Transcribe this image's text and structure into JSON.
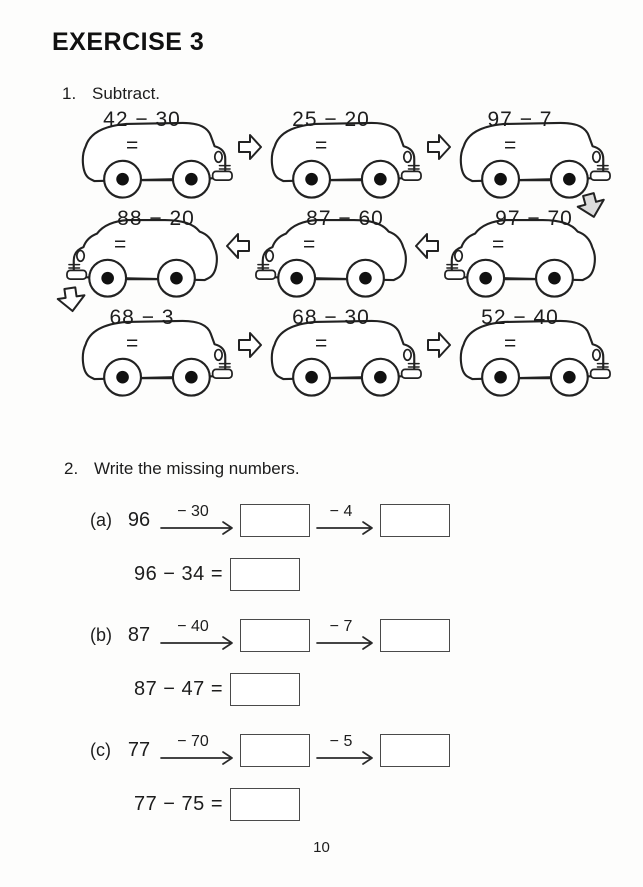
{
  "title": "EXERCISE 3",
  "page_number": "10",
  "q1": {
    "number": "1.",
    "prompt": "Subtract.",
    "equals": "=",
    "rows": [
      {
        "facing": "right",
        "style": "van",
        "cars": [
          "42 − 30",
          "25 − 20",
          "97 − 7"
        ]
      },
      {
        "facing": "left",
        "style": "car",
        "cars": [
          "88 − 20",
          "87 − 60",
          "97 − 70"
        ]
      },
      {
        "facing": "right",
        "style": "van",
        "cars": [
          "68 − 3",
          "68 − 30",
          "52 − 40"
        ]
      }
    ]
  },
  "q2": {
    "number": "2.",
    "prompt": "Write the missing numbers.",
    "items": [
      {
        "label": "(a)",
        "start": "96",
        "step1": "− 30",
        "step2": "− 4",
        "equation": "96 − 34 ="
      },
      {
        "label": "(b)",
        "start": "87",
        "step1": "− 40",
        "step2": "− 7",
        "equation": "87 − 47 ="
      },
      {
        "label": "(c)",
        "start": "77",
        "step1": "− 70",
        "step2": "− 5",
        "equation": "77 − 75 ="
      }
    ]
  },
  "colors": {
    "ink": "#222222",
    "arrow_shade": "#dcdcdc"
  }
}
